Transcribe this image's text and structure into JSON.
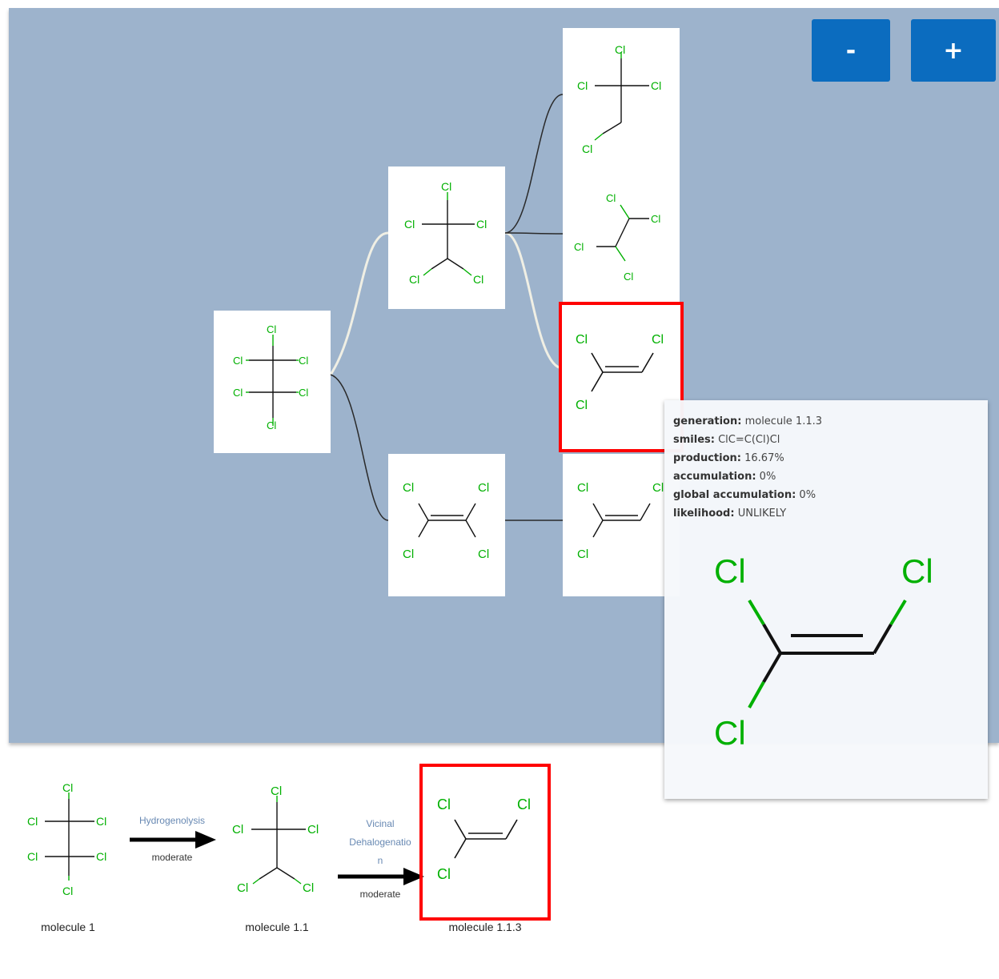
{
  "zoom": {
    "minus_label": "-",
    "plus_label": "+"
  },
  "atom": "Cl",
  "colors": {
    "bond": "#111111",
    "halogen": "#00b000",
    "selected": "#ff0000",
    "canvas": "#9db3cc",
    "button": "#0b6cbf",
    "link_highlight": "#f0efe4",
    "link": "#2a2a2a",
    "reaction_text": "#6889b3"
  },
  "tooltip": {
    "lines": [
      {
        "key": "generation:",
        "value": "molecule 1.1.3"
      },
      {
        "key": "smiles:",
        "value": "ClC=C(Cl)Cl"
      },
      {
        "key": "production:",
        "value": "16.67%"
      },
      {
        "key": "accumulation:",
        "value": "0%"
      },
      {
        "key": "global accumulation:",
        "value": "0%"
      },
      {
        "key": "likelihood:",
        "value": "UNLIKELY"
      }
    ]
  },
  "path": {
    "molecules": [
      {
        "caption": "molecule 1"
      },
      {
        "caption": "molecule 1.1"
      },
      {
        "caption": "molecule 1.1.3"
      }
    ],
    "reactions": [
      {
        "name": "Hydrogenolysis",
        "rate": "moderate"
      },
      {
        "name_lines": [
          "Vicinal",
          "Dehalogenatio",
          "n"
        ],
        "rate": "moderate"
      }
    ]
  }
}
